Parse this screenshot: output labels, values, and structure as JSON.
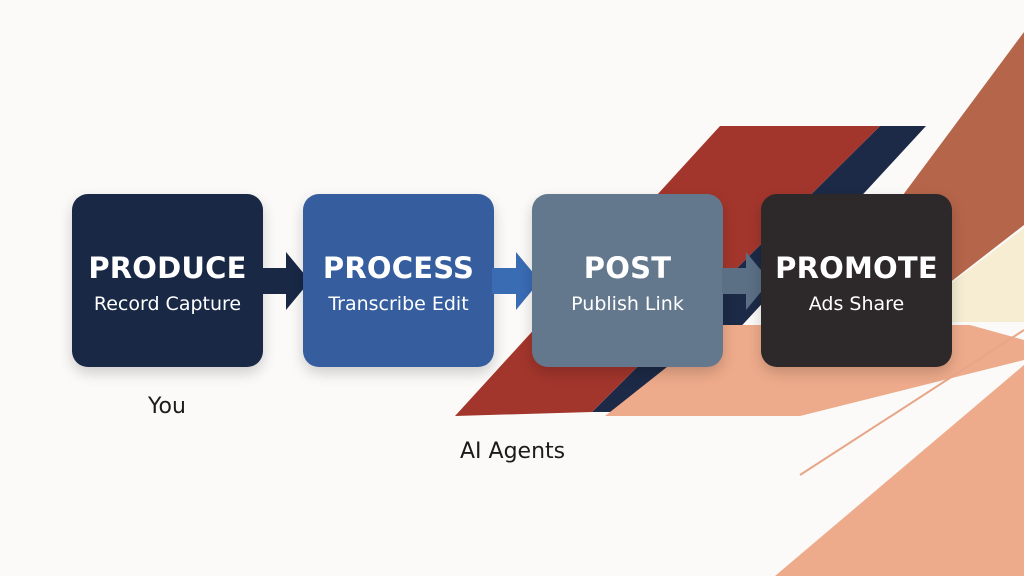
{
  "steps": [
    {
      "title": "PRODUCE",
      "subtitle": "Record Capture",
      "color": "#182845"
    },
    {
      "title": "PROCESS",
      "subtitle": "Transcribe Edit",
      "color": "#365e9f"
    },
    {
      "title": "POST",
      "subtitle": "Publish Link",
      "color": "#64788d"
    },
    {
      "title": "PROMOTE",
      "subtitle": "Ads Share",
      "color": "#2d2829"
    }
  ],
  "arrow_colors": [
    "#182845",
    "#3a6cb4",
    "#5b6f85"
  ],
  "labels": {
    "you": "You",
    "ai_agents": "AI Agents"
  },
  "decor_colors": {
    "navy": "#1c2a47",
    "red": "#a3362c",
    "rust": "#b5654a",
    "peach": "#eeab8b",
    "cream": "#f6edd2"
  }
}
